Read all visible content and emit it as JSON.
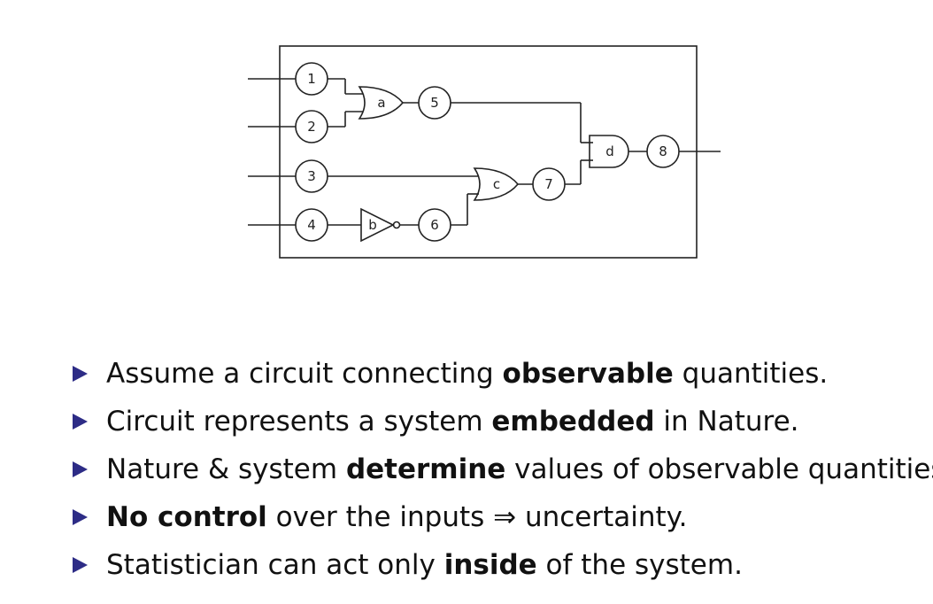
{
  "diagram": {
    "nodes": [
      "1",
      "2",
      "3",
      "4",
      "5",
      "6",
      "7",
      "8"
    ],
    "gates": [
      "a",
      "b",
      "c",
      "d"
    ]
  },
  "bullets": [
    {
      "pre": "Assume a circuit connecting ",
      "bold": "observable",
      "post": " quantities."
    },
    {
      "pre": "Circuit represents a system ",
      "bold": "embedded",
      "post": " in Nature."
    },
    {
      "pre": "Nature & system ",
      "bold": "determine",
      "post": " values of observable quantities."
    },
    {
      "pre": "",
      "bold": "No control",
      "post": " over the inputs ⇒ uncertainty."
    },
    {
      "pre": "Statistician can act only ",
      "bold": "inside",
      "post": " of the system."
    }
  ],
  "colors": {
    "bullet": "#2d2c86",
    "line": "#222222"
  }
}
